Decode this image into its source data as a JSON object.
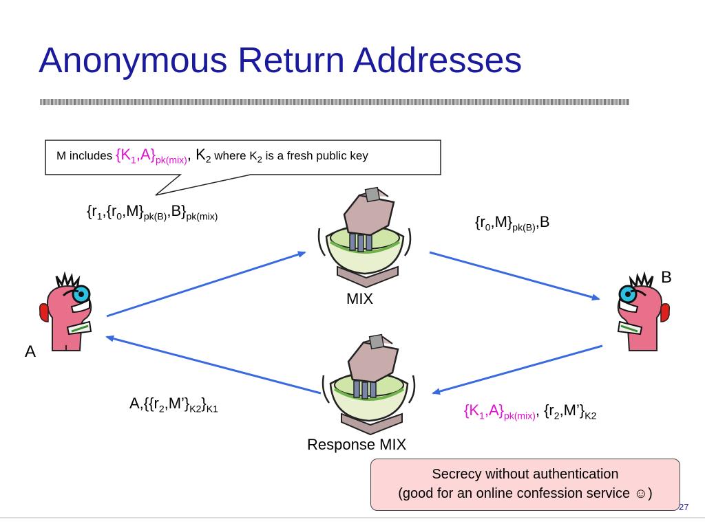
{
  "title": "Anonymous Return Addresses",
  "callout": {
    "prefix": "M includes ",
    "k1a_open": "{K",
    "k1a_sub1": "1",
    "k1a_mid": ",A}",
    "k1a_sub2": "pk(mix)",
    "sep": ", K",
    "k2_sub": "2",
    "where": " where  K",
    "k2_sub_b": "2",
    "suffix": " is a fresh public key"
  },
  "labels": {
    "forward_in": {
      "a": "{r",
      "s1": "1",
      "b": ",{r",
      "s2": "0",
      "c": ",M}",
      "s3": "pk(B)",
      "d": ",B}",
      "s4": "pk(mix)"
    },
    "forward_out": {
      "a": "{r",
      "s1": "0",
      "b": ",M}",
      "s2": "pk(B)",
      "c": ",B"
    },
    "reply_in": {
      "a": "{K",
      "s1": "1",
      "b": ",A}",
      "s2": "pk(mix)",
      "c": ", {r",
      "s3": "2",
      "d": ",M’}",
      "s4": "K2"
    },
    "reply_out": {
      "a": "A,{{r",
      "s1": "2",
      "b": ",M’}",
      "s2": "K2",
      "c": "}",
      "s3": "K1"
    }
  },
  "nodes": {
    "a": "A",
    "b": "B",
    "mix": "MIX",
    "response_mix": "Response MIX"
  },
  "note": {
    "line1": "Secrecy without authentication",
    "line2": "(good for an online confession service ☺)"
  },
  "page_number": "27",
  "colors": {
    "title": "#1a1a9c",
    "arrow": "#3a6ae0",
    "magenta": "#e010d0",
    "note_bg": "#fdd7d7"
  }
}
